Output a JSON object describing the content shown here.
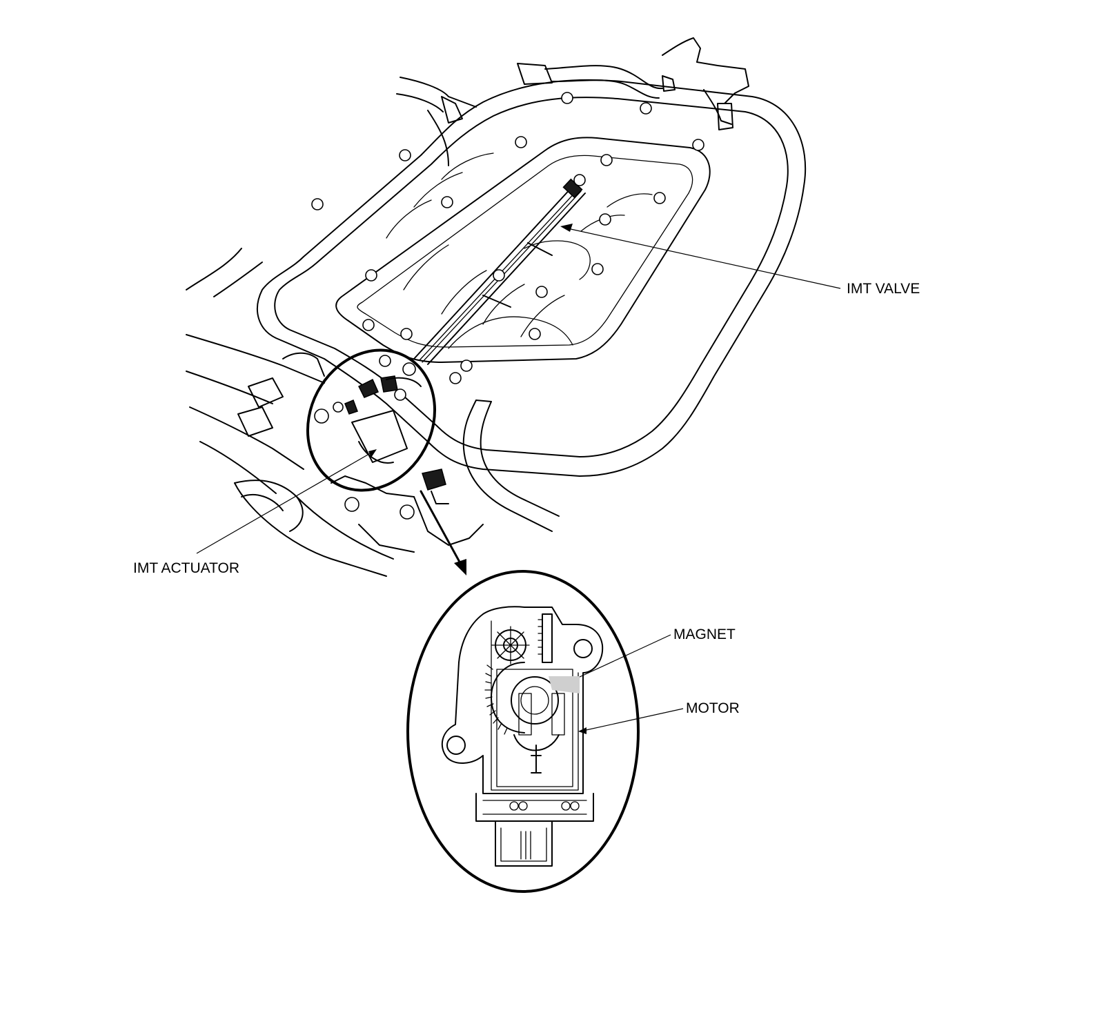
{
  "labels": {
    "imt_valve": "IMT VALVE",
    "imt_actuator": "IMT ACTUATOR",
    "magnet": "MAGNET",
    "motor": "MOTOR"
  }
}
